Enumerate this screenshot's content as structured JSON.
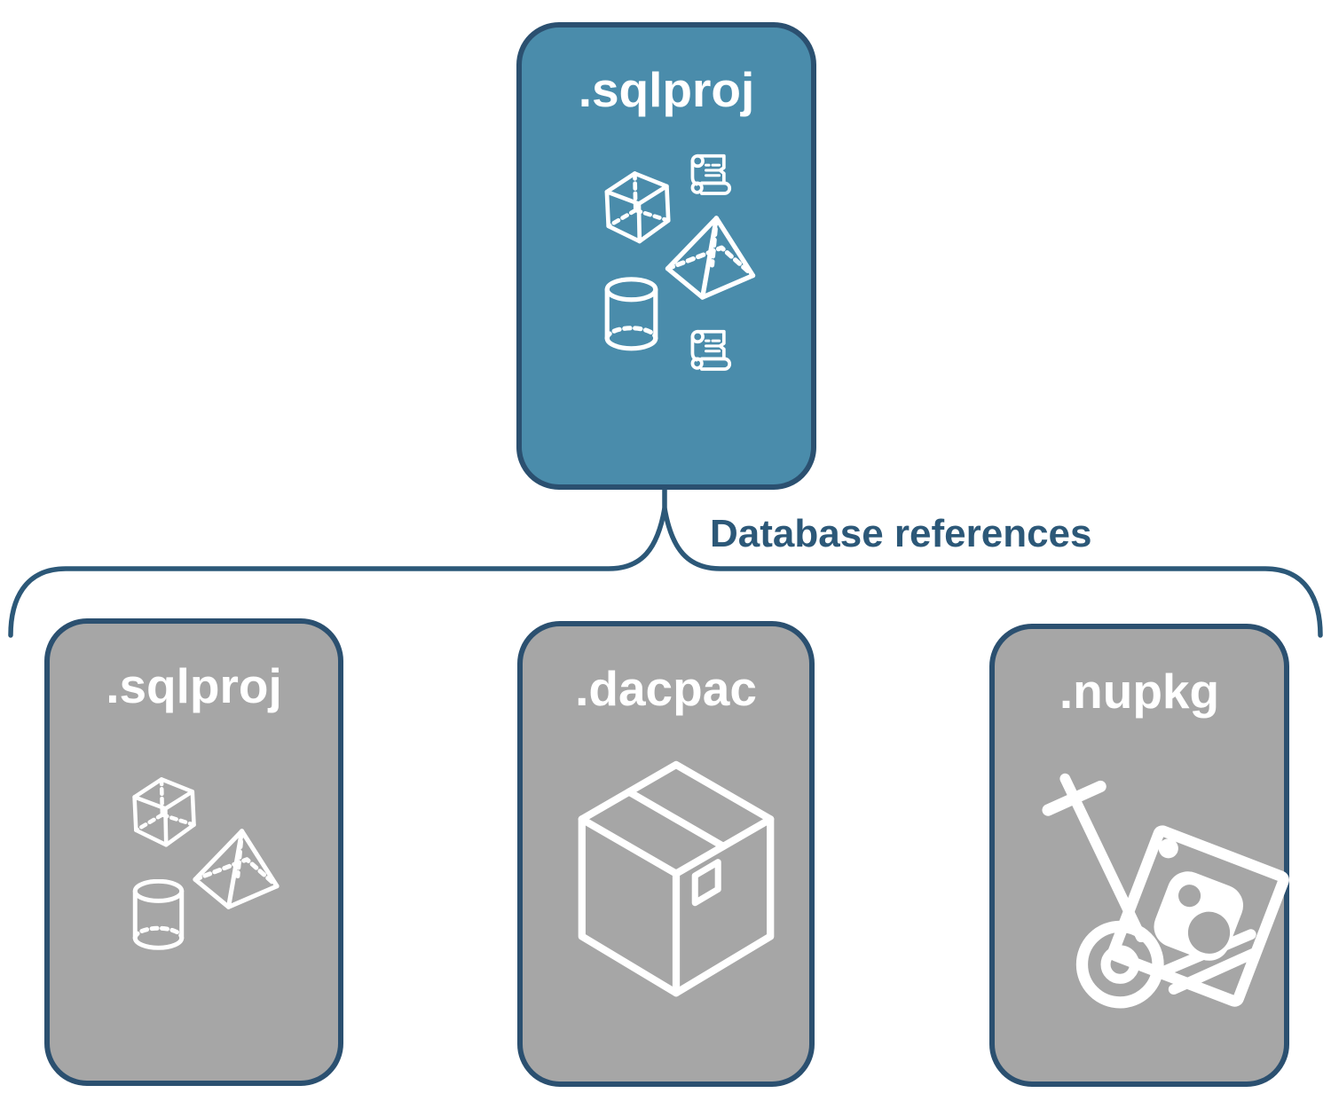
{
  "root_box": {
    "label": ".sqlproj",
    "fill": "#4a8cab"
  },
  "connector": {
    "label": "Database references"
  },
  "child_boxes": [
    {
      "label": ".sqlproj",
      "fill": "#a6a6a6"
    },
    {
      "label": ".dacpac",
      "fill": "#a6a6a6"
    },
    {
      "label": ".nupkg",
      "fill": "#a6a6a6"
    }
  ],
  "icons": {
    "root_box": [
      "cube-icon",
      "scroll-icon",
      "pyramid-icon",
      "cylinder-icon",
      "scroll-icon"
    ],
    "sqlproj_box": [
      "cube-icon",
      "pyramid-icon",
      "cylinder-icon"
    ],
    "dacpac_box": [
      "package-icon"
    ],
    "nupkg_box": [
      "handtruck-icon"
    ]
  },
  "colors": {
    "accent_teal": "#4a8cab",
    "box_gray": "#a6a6a6",
    "border_navy": "#2b5070",
    "line_and_label_blue": "#2c5878",
    "icon_white": "#ffffff",
    "background": "#ffffff"
  }
}
